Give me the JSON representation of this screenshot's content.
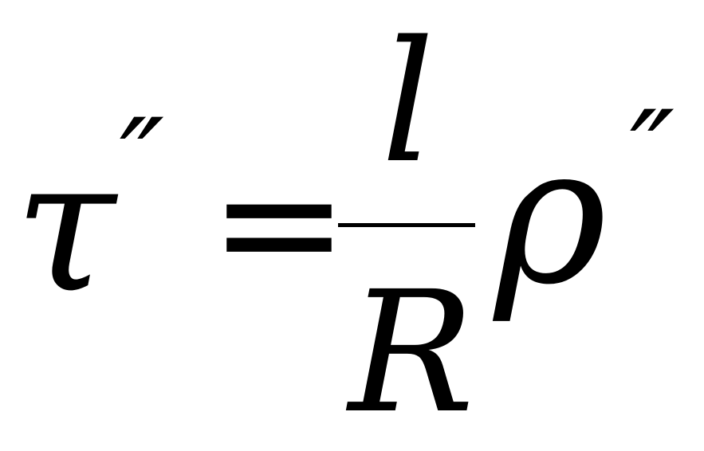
{
  "formula": {
    "lhs_symbol": "τ",
    "lhs_prime": "″",
    "equals": "=",
    "numerator": "l",
    "denominator": "R",
    "rhs_symbol": "ρ",
    "rhs_prime": "″"
  },
  "colors": {
    "background": "#ffffff",
    "ink": "#000000"
  }
}
